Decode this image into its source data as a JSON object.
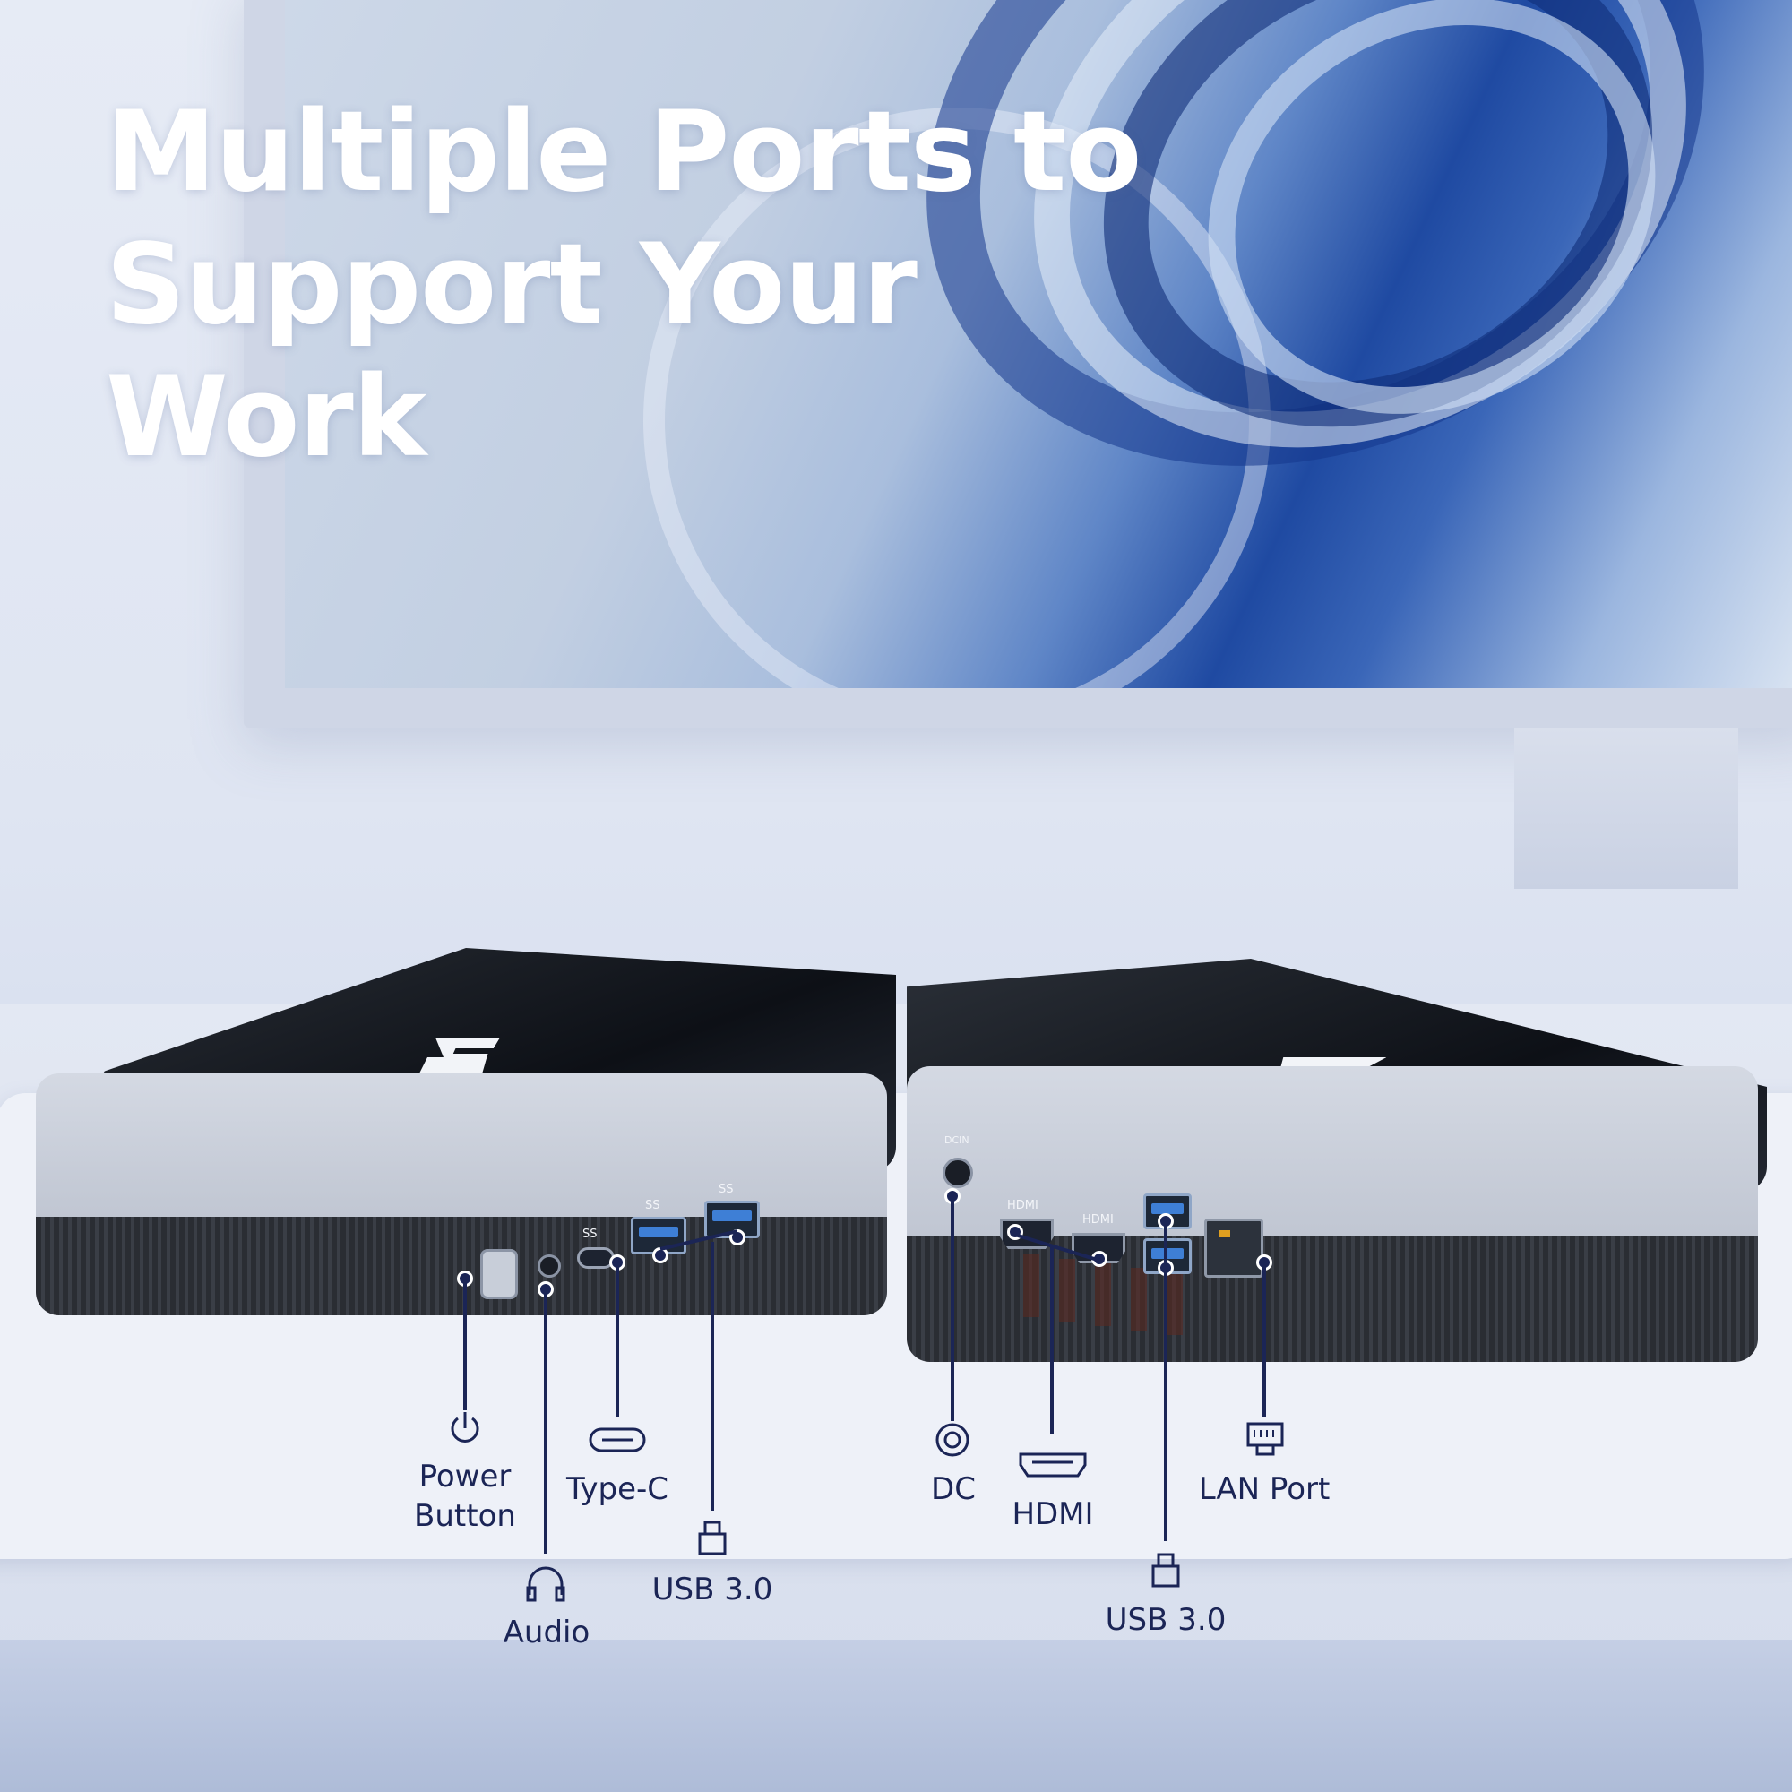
{
  "headline": {
    "line1": "Multiple Ports to",
    "line2": "Support Your Work"
  },
  "front_pc": {
    "port_prints": [
      "SS",
      "SS",
      "SS"
    ]
  },
  "rear_pc": {
    "port_prints": [
      "DCIN",
      "HDMI",
      "HDMI"
    ]
  },
  "callouts": {
    "power": {
      "label_line1": "Power",
      "label_line2": "Button",
      "icon": "power-icon"
    },
    "audio": {
      "label": "Audio",
      "icon": "headphones-icon"
    },
    "typec": {
      "label": "Type-C",
      "icon": "usb-c-icon"
    },
    "usb_front": {
      "label": "USB 3.0",
      "icon": "usb-icon"
    },
    "dc": {
      "label": "DC",
      "icon": "dc-jack-icon"
    },
    "hdmi": {
      "label": "HDMI",
      "icon": "hdmi-icon"
    },
    "usb_rear": {
      "label": "USB 3.0",
      "icon": "usb-icon"
    },
    "lan": {
      "label": "LAN Port",
      "icon": "ethernet-icon"
    }
  },
  "colors": {
    "callout": "#1b2556",
    "headline": "#ffffff",
    "usb_blue": "#3e7fd6"
  }
}
